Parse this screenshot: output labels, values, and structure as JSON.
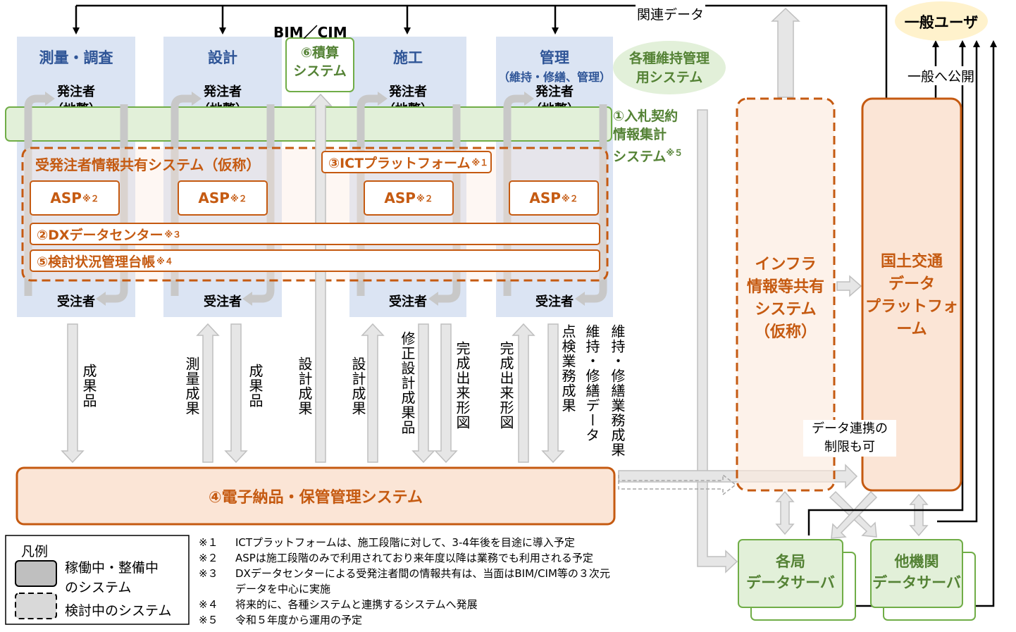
{
  "columns": [
    {
      "title": "測量・調査",
      "subtitle": "",
      "orderer": "発注者\n（地整）",
      "contractor": "受注者"
    },
    {
      "title": "設計",
      "subtitle": "",
      "orderer": "発注者\n（地整）",
      "contractor": "受注者"
    },
    {
      "title": "施工",
      "subtitle": "",
      "orderer": "発注者\n（地整）",
      "contractor": "受注者"
    },
    {
      "title": "管理",
      "subtitle": "（維持・修繕、管理）",
      "orderer": "発注者\n（地整）",
      "contractor": "受注者"
    }
  ],
  "bim_cim": "BIM／CIM",
  "sekisan": "⑥積算\nシステム",
  "related_data": "関連データ",
  "general_user": "一般ユーザ",
  "public_release": "一般へ公開",
  "maintenance_systems": "各種維持管理\n用システム",
  "bid_system": {
    "label": "①入札契約\n情報集計\nシステム",
    "note": "※５"
  },
  "shared_system": {
    "title": "受発注者情報共有システム（仮称）"
  },
  "ict_platform": {
    "label": "③ICTプラットフォーム",
    "note": "※１"
  },
  "asp": {
    "label": "ASP",
    "note": "※２"
  },
  "dx_center": {
    "label": "②DXデータセンター",
    "note": "※３"
  },
  "review_ledger": {
    "label": "⑤検討状況管理台帳",
    "note": "※４"
  },
  "infra_system": "インフラ\n情報等共有\nシステム\n（仮称）",
  "mlit_platform": "国土交通\nデータ\nプラットフォーム",
  "electronic_delivery": "④電子納品・保管管理システム",
  "data_link": "データ連携の\n制限も可",
  "bureau_server": "各局\nデータサーバ",
  "other_server": "他機関\nデータサーバ",
  "flows": [
    "成果品",
    "測量成果",
    "成果品",
    "設計成果",
    "設計成果",
    "修正設計成果品",
    "完成出来形図",
    "完成出来形図",
    "点検業務成果",
    "維持・修繕データ",
    "維持・修繕業務成果"
  ],
  "legend": {
    "title": "凡例",
    "active": "稼働中・整備中\nのシステム",
    "planned": "検討中のシステム"
  },
  "notes": [
    {
      "mark": "※１",
      "text": "ICTプラットフォームは、施工段階に対して、3-4年後を目途に導入予定"
    },
    {
      "mark": "※２",
      "text": "ASPは施工段階のみで利用されており来年度以降は業務でも利用される予定"
    },
    {
      "mark": "※３",
      "text": "DXデータセンターによる受発注者間の情報共有は、当面はBIM/CIM等の３次元"
    },
    {
      "mark": "",
      "text": "データを中心に実施"
    },
    {
      "mark": "※４",
      "text": "将来的に、各種システムと連携するシステムへ発展"
    },
    {
      "mark": "※５",
      "text": "令和５年度から運用の予定"
    }
  ],
  "colors": {
    "orange": "#c55a11",
    "green": "#70ad47",
    "blue_title": "#2f5597",
    "col_bg": "#dbe4f3"
  }
}
